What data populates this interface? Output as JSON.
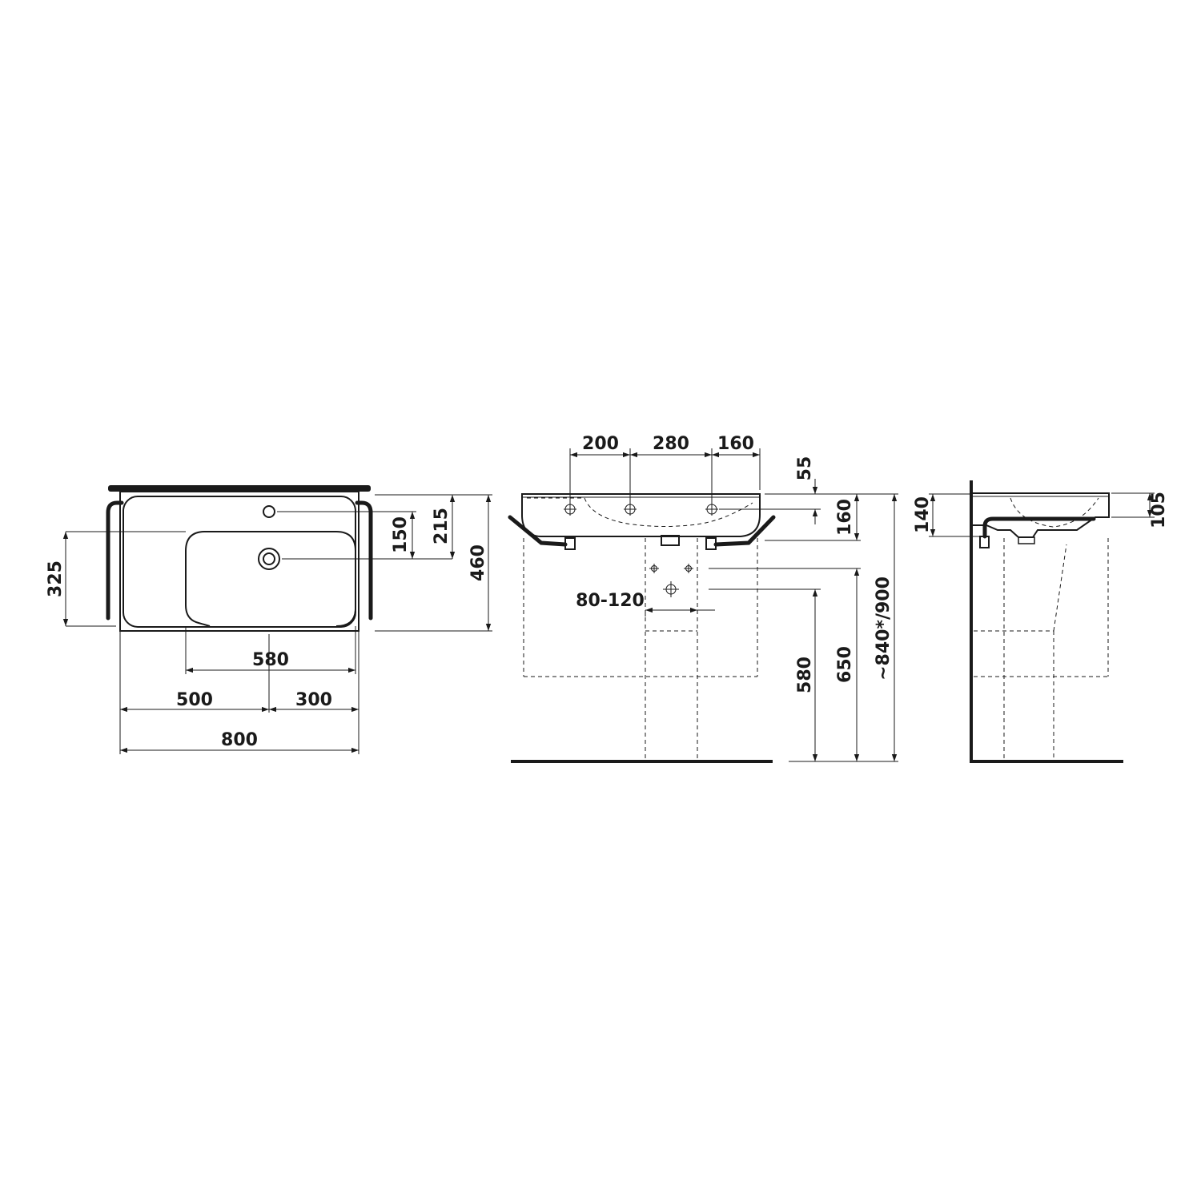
{
  "colors": {
    "ink": "#1a1a1a",
    "background": "#ffffff"
  },
  "plan_view": {
    "dim_325": "325",
    "dim_150": "150",
    "dim_215": "215",
    "dim_460": "460",
    "dim_580": "580",
    "dim_500": "500",
    "dim_300": "300",
    "dim_800": "800"
  },
  "front_view": {
    "dim_200": "200",
    "dim_280": "280",
    "dim_160_top": "160",
    "dim_55": "55",
    "dim_160_side": "160",
    "dim_80_120": "80-120",
    "dim_580": "580",
    "dim_650": "650",
    "dim_840_900": "~840*/900"
  },
  "side_view": {
    "dim_140": "140",
    "dim_105": "105"
  }
}
